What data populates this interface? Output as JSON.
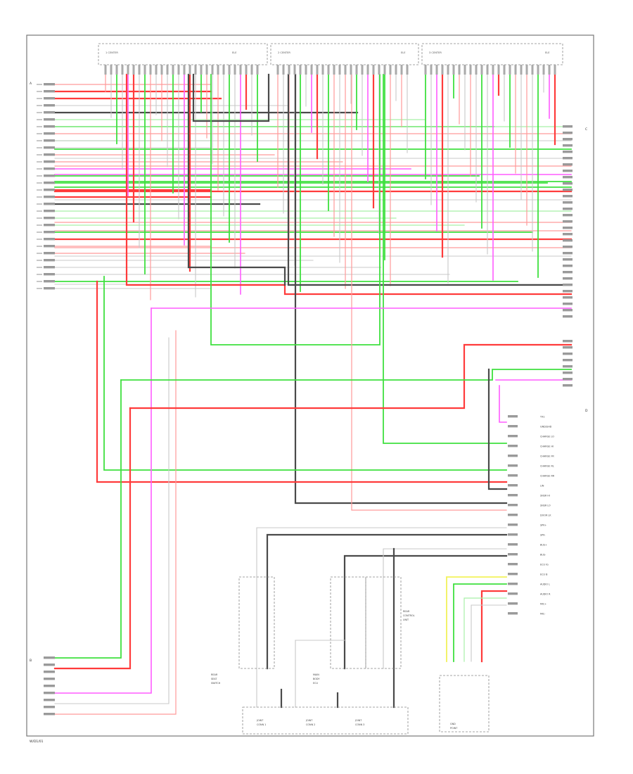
{
  "page": {
    "ref": "W/D1/01",
    "left_connector_top": "A",
    "left_connector_bottom": "B",
    "right_connector_top": "C",
    "right_connector_bottom": "D"
  },
  "top_groups": [
    {
      "label": "1 CENTER",
      "extra": "ELE"
    },
    {
      "label": "2 CENTER",
      "extra": "ELE"
    },
    {
      "label": "3 CENTER",
      "extra": "ELE"
    }
  ],
  "right_labels": [
    "TX1",
    "GND/SHD",
    "CHARGE LO",
    "CHARGE HI",
    "CHARGE FR",
    "CHARGE RL",
    "CHARGE RR",
    "LIN",
    "SNSR HI",
    "SNSR LO",
    "DOOR LK",
    "SPK+",
    "SPK-",
    "BUS+",
    "BUS-",
    "ECU IG",
    "ECU B",
    "AUDIO L",
    "AUDIO R",
    "MIC+",
    "MIC-"
  ],
  "components": [
    {
      "id": "comp-left",
      "line1": "REAR",
      "line2": "SEAT",
      "line3": "SWITCH"
    },
    {
      "id": "comp-center",
      "line1": "MAIN",
      "line2": "BODY",
      "line3": "ECU"
    },
    {
      "id": "comp-right",
      "line1": "REAR",
      "line2": "CONTROL",
      "line3": "UNIT"
    }
  ],
  "bottom_boxes": [
    {
      "line1": "JOINT",
      "line2": "CONN 1"
    },
    {
      "line1": "JOINT",
      "line2": "CONN 2"
    },
    {
      "line1": "JOINT",
      "line2": "CONN 3"
    },
    {
      "line1": "GND",
      "line2": "POINT"
    }
  ],
  "wire_colors": {
    "red": "#ff3b3b",
    "pink": "#ff9a9a",
    "green": "#3fe03f",
    "light_green": "#a8f0a8",
    "black": "#4a4a4a",
    "gray": "#c8c8c8",
    "magenta": "#ff5cff",
    "yellow": "#f2f25a"
  }
}
